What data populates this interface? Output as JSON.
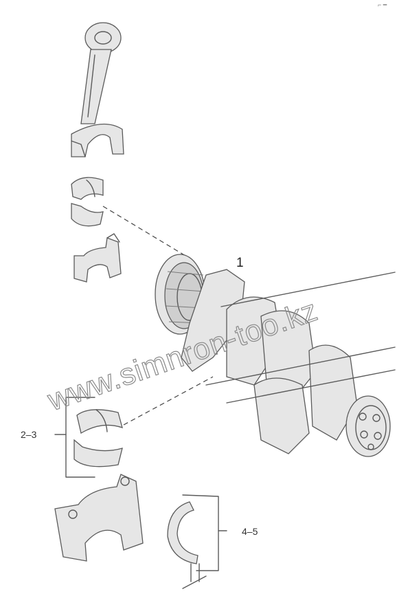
{
  "labels": {
    "part_1": "1",
    "part_2_3": "2–3",
    "part_4_5": "4–5"
  },
  "watermark": "www.simnron-too.kz",
  "corner_mark": "⌐ ━",
  "colors": {
    "line": "#5a5a5a",
    "shade": "#e6e6e6",
    "watermark": "#8a8a8a"
  }
}
